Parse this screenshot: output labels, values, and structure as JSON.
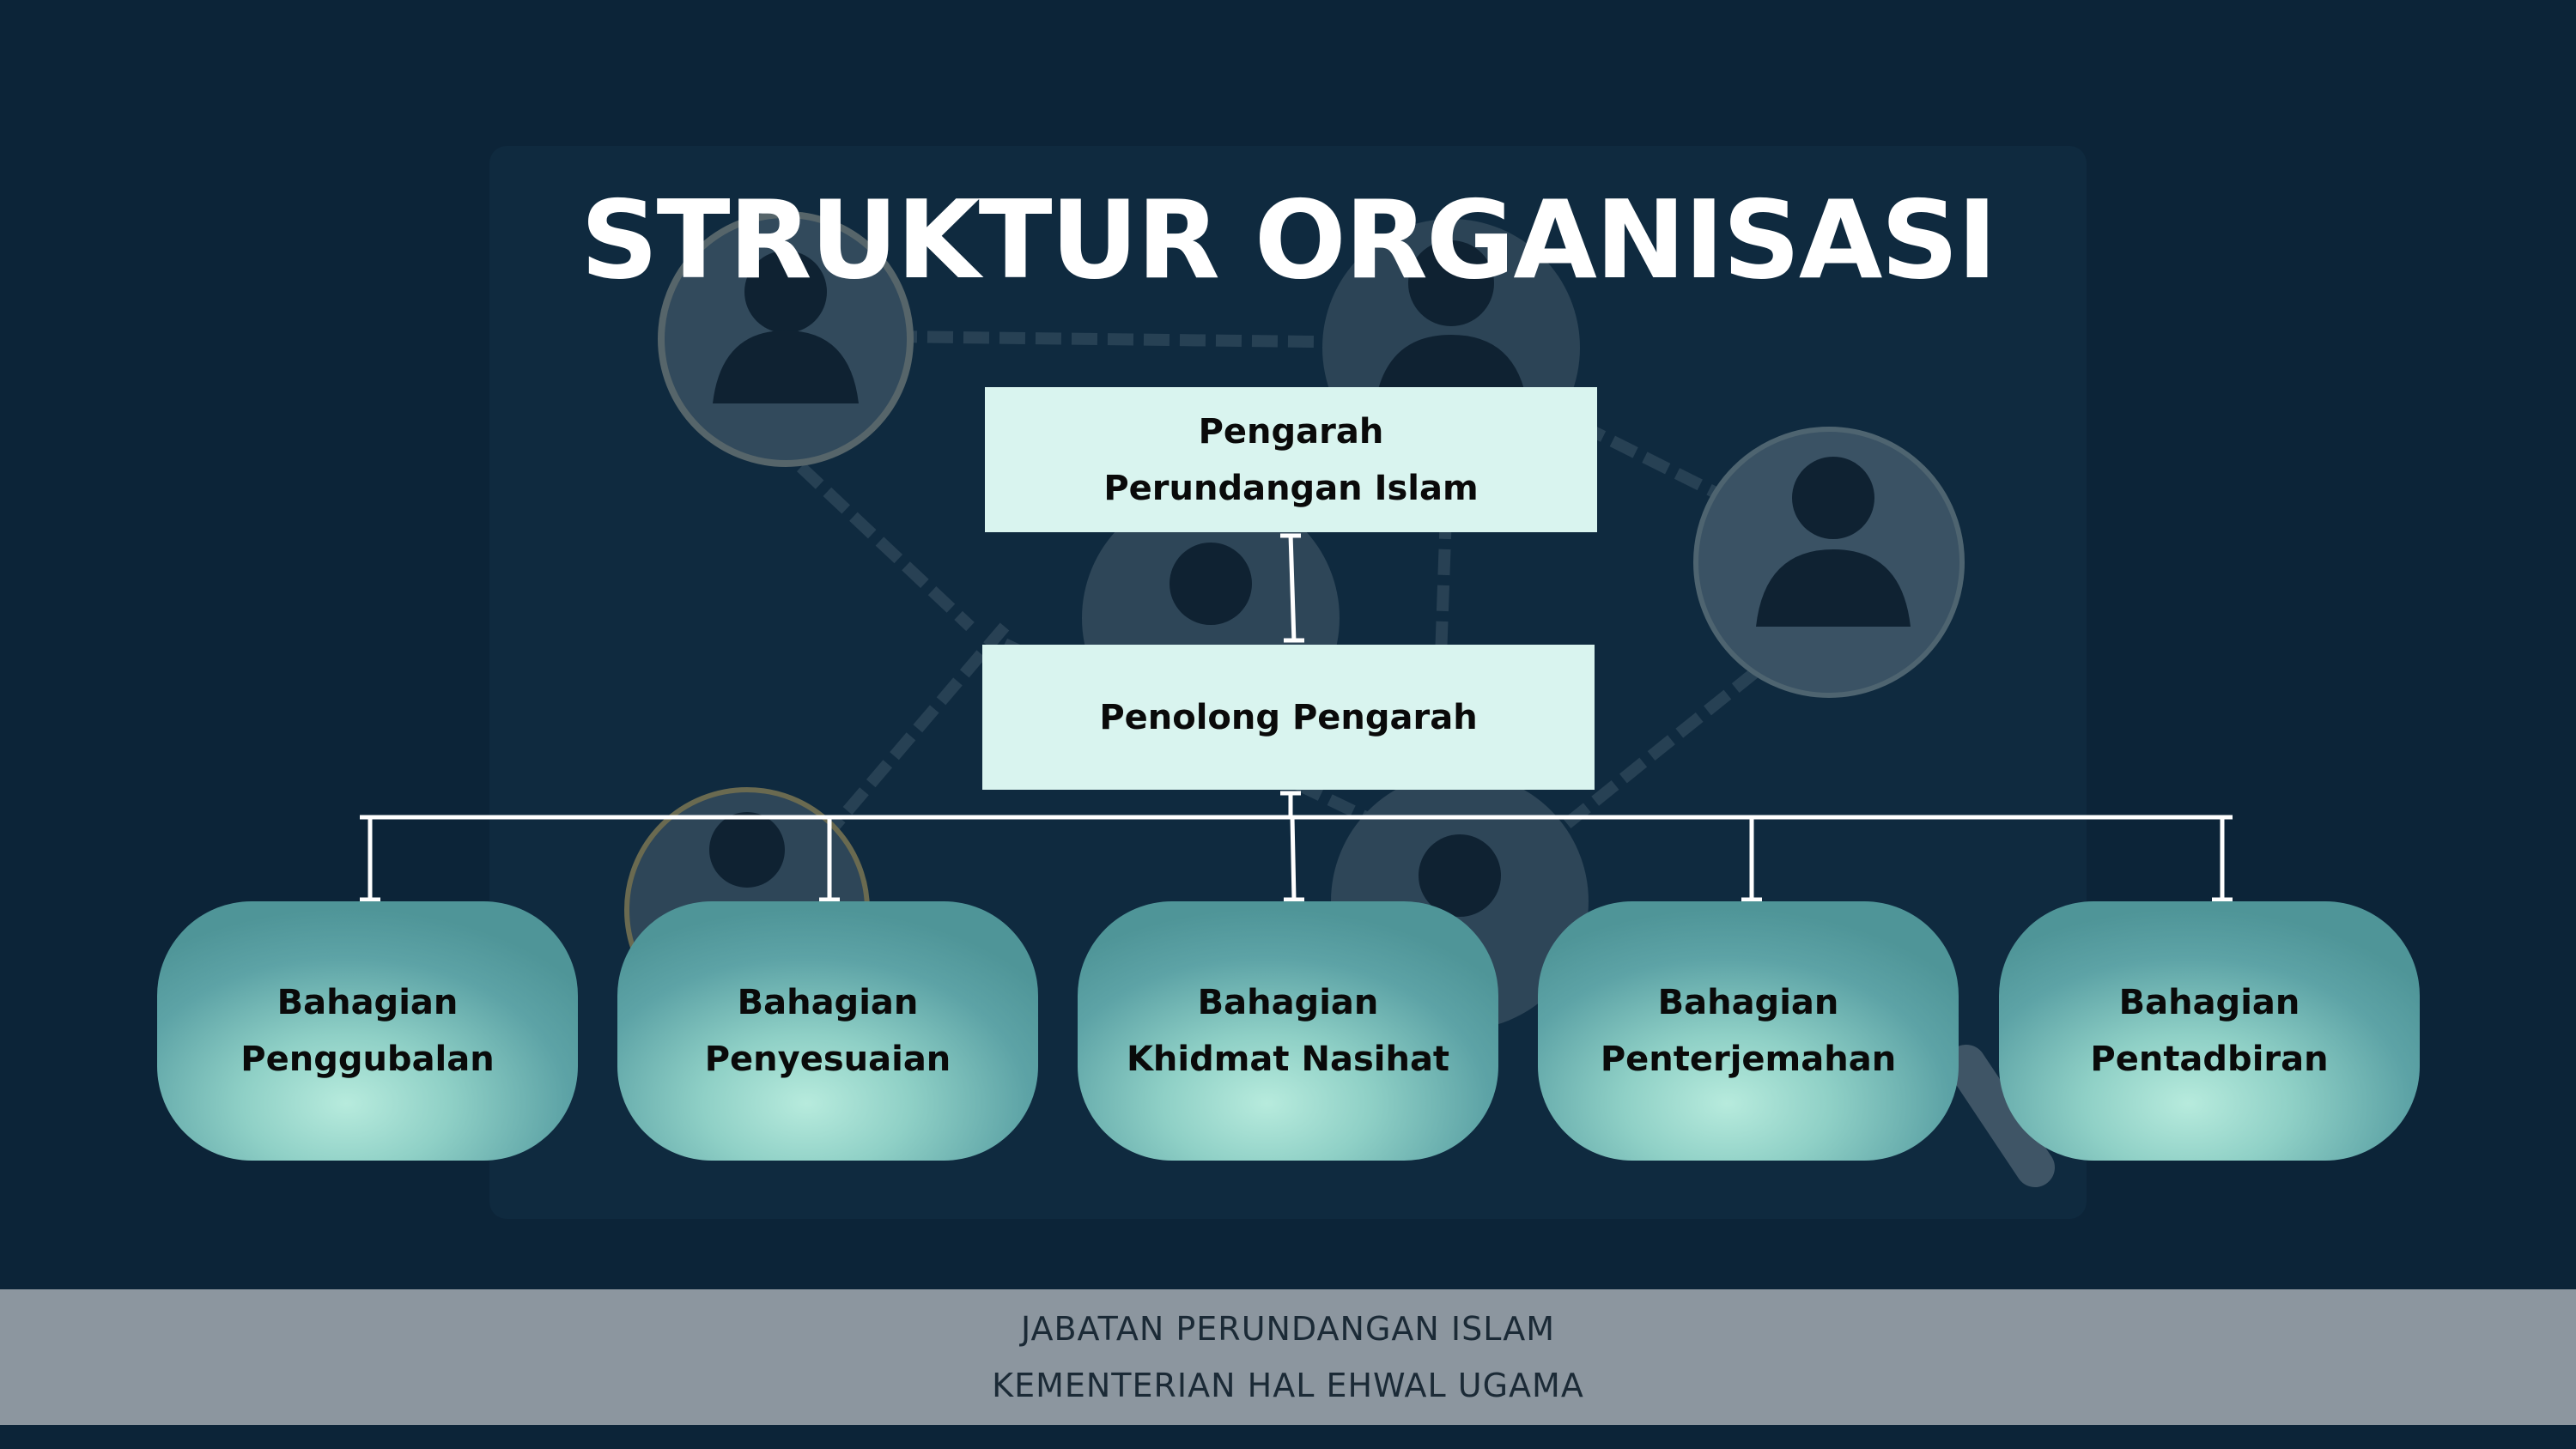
{
  "title": "STRUKTUR ORGANISASI",
  "top": {
    "pengarah": {
      "line1": "Pengarah",
      "line2": "Perundangan Islam"
    },
    "penolong": {
      "label": "Penolong Pengarah"
    }
  },
  "departments": [
    {
      "line1": "Bahagian",
      "line2": "Penggubalan"
    },
    {
      "line1": "Bahagian",
      "line2": "Penyesuaian"
    },
    {
      "line1": "Bahagian",
      "line2": "Khidmat Nasihat"
    },
    {
      "line1": "Bahagian",
      "line2": "Penterjemahan"
    },
    {
      "line1": "Bahagian",
      "line2": "Pentadbiran"
    }
  ],
  "footer": {
    "line1": "JABATAN PERUNDANGAN ISLAM",
    "line2": "KEMENTERIAN HAL EHWAL UGAMA"
  },
  "colors": {
    "background": "#0c2438",
    "top_box": "#d9f4ef",
    "dept_box": "#5da3a6",
    "connector": "#ffffff",
    "footer_band": "#8c969f"
  },
  "icons": [
    "person-icon",
    "magnifier-icon"
  ]
}
